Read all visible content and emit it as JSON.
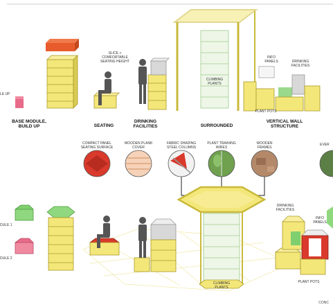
{
  "colors": {
    "yellow": "#f4e77a",
    "yellow_dark": "#c9b93a",
    "yellow_outline": "#a89a2a",
    "red": "#d93a2c",
    "orange": "#e85b2c",
    "green": "#7fcf6f",
    "pink": "#e86b8a",
    "grey_figure": "#555555",
    "white_block": "#eeeeee",
    "grid": "#f1e9a8"
  },
  "top_row": {
    "base_module_caption": "BASE MODULE,\nBUILD UP",
    "seating_caption": "SEATING",
    "seating_note": "SLICE +\nCOMFORTABLE\nSEATING HEIGHT",
    "drinking_caption": "DRINKING\nFACILITIES",
    "surrounded_caption": "SURROUNDED",
    "surrounded_note": "CLIMBING\nPLANTS",
    "vertical_caption": "VERTICAL WALL\nSTRUCTURE",
    "info_panels": "INFO\nPANELS",
    "drinking_note": "DRINKING\nFACILITIES",
    "plant_pots": "PLANT POTS"
  },
  "materials": {
    "items": [
      {
        "label": "COMPACT PANEL\nSEATING SURFACE",
        "icon": "red-panel-swatch-icon"
      },
      {
        "label": "WOODEN PLANK\nCOVER",
        "icon": "wood-plank-swatch-icon"
      },
      {
        "label": "FABRIC SHADING\nSTEEL COLUMNS",
        "icon": "fabric-shading-swatch-icon"
      },
      {
        "label": "PLANT TRAINING\nWIRES",
        "icon": "plant-wires-swatch-icon"
      },
      {
        "label": "WOODEN\nFRAMES",
        "icon": "wooden-frames-swatch-icon"
      },
      {
        "label": "EVER",
        "icon": "evergreen-swatch-icon"
      }
    ]
  },
  "bottom_row": {
    "module_1": "DULE 1",
    "module_2": "DULE 2",
    "climbing_plants": "CLIMBING\nPLANTS",
    "drinking_facilities": "DRINKING\nFACILITIES",
    "info_panels": "INFO\nPANELS",
    "plant_pots": "PLANT POTS"
  },
  "left_edge_label": "LE UP",
  "corner_text": "CONC"
}
